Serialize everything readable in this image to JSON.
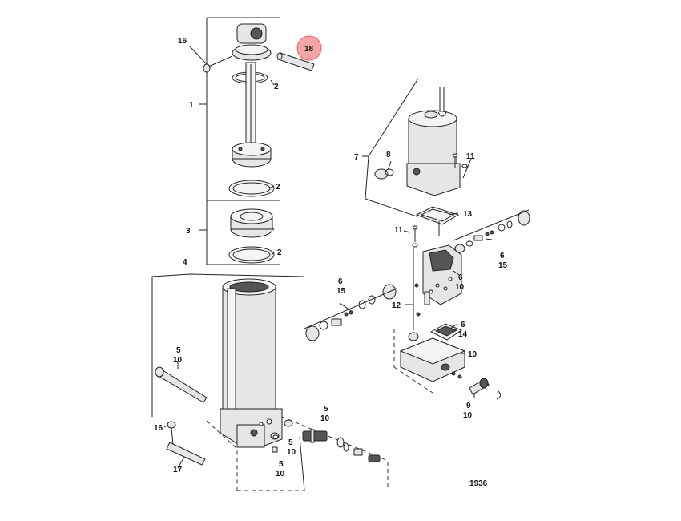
{
  "diagram": {
    "figure_number": "1936",
    "highlighted_part": "18",
    "callouts": [
      {
        "id": "c16a",
        "text": "16"
      },
      {
        "id": "c18",
        "text": "18"
      },
      {
        "id": "c1",
        "text": "1"
      },
      {
        "id": "c2a",
        "text": "2"
      },
      {
        "id": "c2b",
        "text": "2"
      },
      {
        "id": "c3",
        "text": "3"
      },
      {
        "id": "c2c",
        "text": "2"
      },
      {
        "id": "c4",
        "text": "4"
      },
      {
        "id": "c5a",
        "text": "5"
      },
      {
        "id": "c10a",
        "text": "10"
      },
      {
        "id": "c16b",
        "text": "16"
      },
      {
        "id": "c17",
        "text": "17"
      },
      {
        "id": "c5b",
        "text": "5"
      },
      {
        "id": "c10b",
        "text": "10"
      },
      {
        "id": "c5c",
        "text": "5"
      },
      {
        "id": "c10c",
        "text": "10"
      },
      {
        "id": "c5d",
        "text": "5"
      },
      {
        "id": "c10d",
        "text": "10"
      },
      {
        "id": "c7",
        "text": "7"
      },
      {
        "id": "c8",
        "text": "8"
      },
      {
        "id": "c11a",
        "text": "11"
      },
      {
        "id": "c13",
        "text": "13"
      },
      {
        "id": "c11b",
        "text": "11"
      },
      {
        "id": "c6a",
        "text": "6"
      },
      {
        "id": "c15a",
        "text": "15"
      },
      {
        "id": "c6b",
        "text": "6"
      },
      {
        "id": "c10e",
        "text": "10"
      },
      {
        "id": "c6c",
        "text": "6"
      },
      {
        "id": "c15b",
        "text": "15"
      },
      {
        "id": "c12",
        "text": "12"
      },
      {
        "id": "c6d",
        "text": "6"
      },
      {
        "id": "c14",
        "text": "14"
      },
      {
        "id": "c10f",
        "text": "10"
      },
      {
        "id": "c9",
        "text": "9"
      },
      {
        "id": "c10g",
        "text": "10"
      }
    ]
  }
}
